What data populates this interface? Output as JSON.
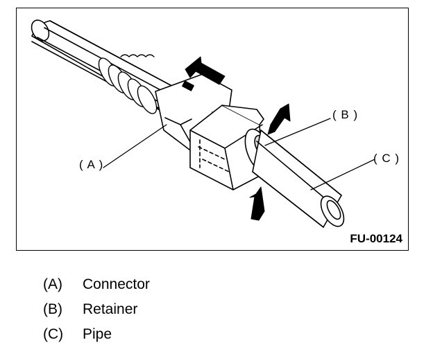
{
  "figure": {
    "code": "FU-00124",
    "callouts": {
      "a": "( A )",
      "b": "( B )",
      "c": "( C )"
    }
  },
  "legend": [
    {
      "key": "(A)",
      "text": "Connector"
    },
    {
      "key": "(B)",
      "text": "Retainer"
    },
    {
      "key": "(C)",
      "text": "Pipe"
    }
  ]
}
